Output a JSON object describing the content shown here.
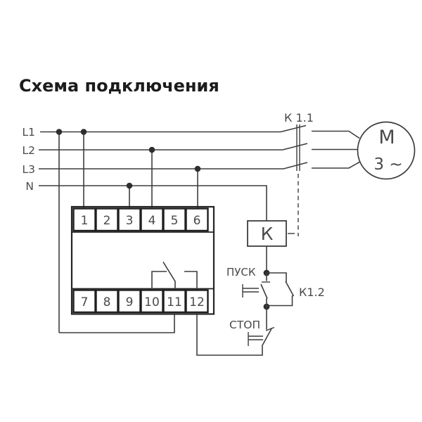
{
  "title": "Схема подключения",
  "colors": {
    "line": "#3d3d3d",
    "box_border": "#1f1f1f",
    "label": "#4a4a4a",
    "title": "#1c1c1c",
    "background": "#ffffff"
  },
  "diagram": {
    "power_lines": {
      "l1": "L1",
      "l2": "L2",
      "l3": "L3",
      "n": "N"
    },
    "device": {
      "top_terminals": [
        "1",
        "2",
        "3",
        "4",
        "5",
        "6"
      ],
      "bottom_terminals": [
        "7",
        "8",
        "9",
        "10",
        "11",
        "12"
      ]
    },
    "contactor": {
      "main_contact_label": "К 1.1",
      "coil_label": "К",
      "aux_contact_label": "К1.2"
    },
    "buttons": {
      "start": "ПУСК",
      "stop": "СТОП"
    },
    "motor": {
      "letter": "M",
      "phase": "3 ~"
    }
  }
}
